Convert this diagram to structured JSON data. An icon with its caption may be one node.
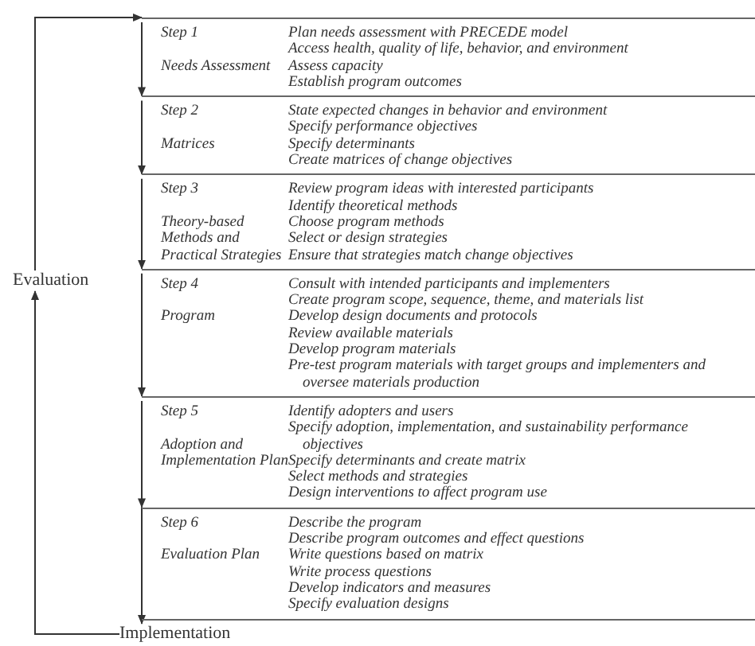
{
  "diagram": {
    "nodes": [
      {
        "text": [
          "Step 1",
          "Needs Assessment",
          "Plan needs assessment with PRECEDE model",
          "Access health, quality of life, behavior, and environment",
          "Assess capacity",
          "Establish program outcomes"
        ]
      },
      {
        "text": [
          "Step 2",
          "Matrices",
          "State expected changes in behavior and environment",
          "Specify performance objectives",
          "Specify determinants",
          "Create matrices of change objectives"
        ]
      },
      {
        "text": [
          "Step 3",
          "Theory-based Methods and Practical Strategies",
          "Review program ideas with interested participants",
          "Identify theoretical methods",
          "Choose program methods",
          "Select or design strategies",
          "Ensure that strategies match change objectives"
        ]
      },
      {
        "text": [
          "Step 4",
          "Program",
          "Consult with intended participants and implementers",
          "Create program scope, sequence, theme, and materials list",
          "Develop design documents and protocols",
          "Review available materials",
          "Develop program materials",
          "Pre-test program materials with target groups and implementers and oversee materials production"
        ]
      },
      {
        "text": [
          "Step 5",
          "Adoption and Implementation Plan",
          "Identify adopters and users",
          "Specify adoption, implementation, and sustainability performance objectives",
          "Specify determinants and create matrix",
          "Select methods and strategies",
          "Design interventions to affect program use"
        ]
      },
      {
        "text": [
          "Step 6",
          "Evaluation Plan",
          "Describe the program",
          "Describe program outcomes and effect questions",
          "Write questions based on matrix",
          "Write process questions",
          "Develop indicators and measures",
          "Specify evaluation designs"
        ]
      },
      {
        "text": [
          "Evaluation"
        ]
      },
      {
        "text": [
          "Implementation"
        ]
      }
    ],
    "edges": [
      {
        "from": 0,
        "to": 1,
        "arrow": "to"
      },
      {
        "from": 1,
        "to": 2,
        "arrow": "to"
      },
      {
        "from": 2,
        "to": 3,
        "arrow": "to"
      },
      {
        "from": 3,
        "to": 4,
        "arrow": "to"
      },
      {
        "from": 4,
        "to": 5,
        "arrow": "to"
      },
      {
        "from": 5,
        "to": 7,
        "arrow": "to"
      },
      {
        "from": 7,
        "to": 6,
        "arrow": "to"
      },
      {
        "from": 6,
        "to": 0,
        "arrow": "to"
      }
    ]
  }
}
